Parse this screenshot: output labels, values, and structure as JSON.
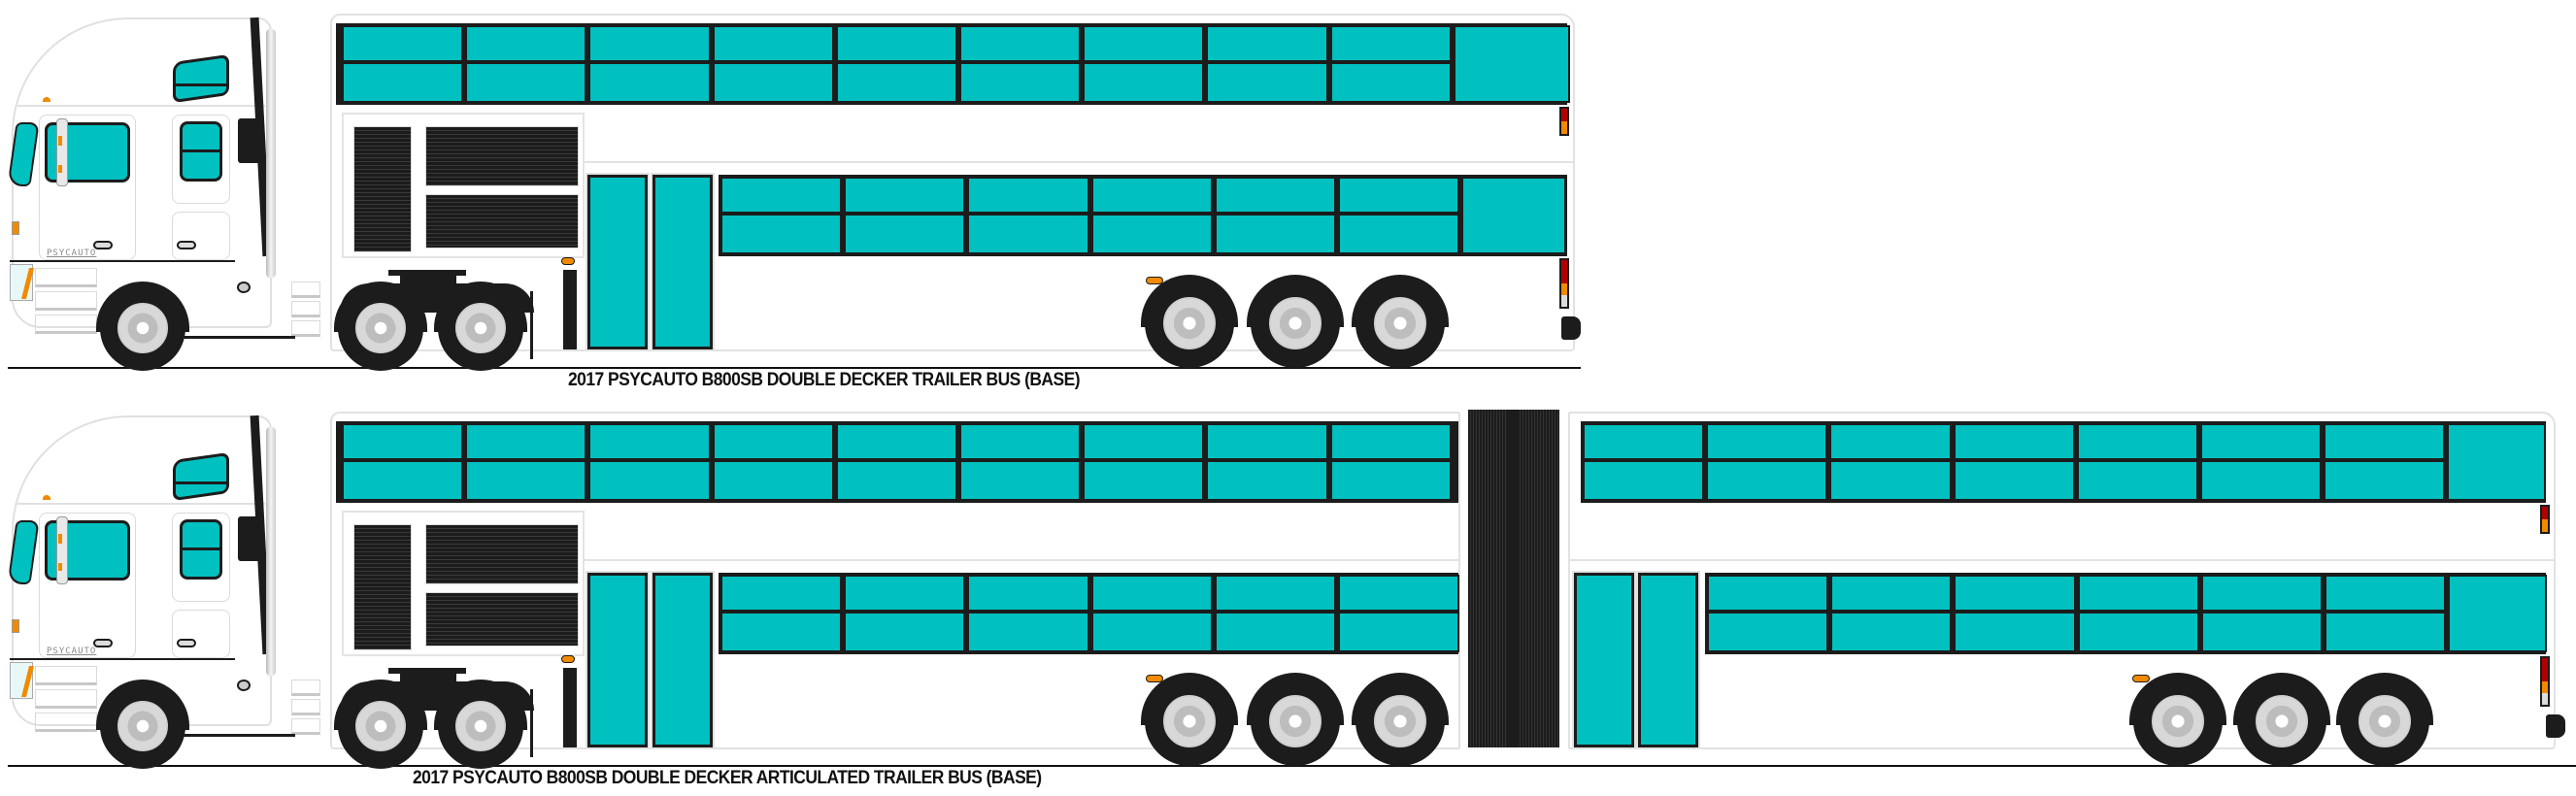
{
  "colors": {
    "window": "#00c0c0",
    "frame": "#1c1c1c",
    "body": "#ffffff",
    "outline": "#e2e2e2",
    "marker_amber": "#f08a00",
    "tail_red": "#b00000"
  },
  "vehicles": [
    {
      "caption": "2017 PSYCAUTO B800SB DOUBLE DECKER TRAILER BUS (BASE)",
      "type": "trailer-bus",
      "cab_logo": "PSYCAUTO",
      "upper_deck_windows": 10,
      "lower_deck_windows": 7,
      "doors": 2,
      "trailer_axles": 3,
      "tractor_axles": 3
    },
    {
      "caption": "2017 PSYCAUTO B800SB DOUBLE DECKER ARTICULATED TRAILER BUS (BASE)",
      "type": "articulated-trailer-bus",
      "cab_logo": "PSYCAUTO",
      "front_section": {
        "upper_deck_windows": 9,
        "lower_deck_windows": 6,
        "doors": 2
      },
      "rear_section": {
        "upper_deck_windows": 8,
        "lower_deck_windows": 7,
        "doors": 2,
        "axles": 3
      },
      "trailer_axles": 6,
      "tractor_axles": 3
    }
  ]
}
